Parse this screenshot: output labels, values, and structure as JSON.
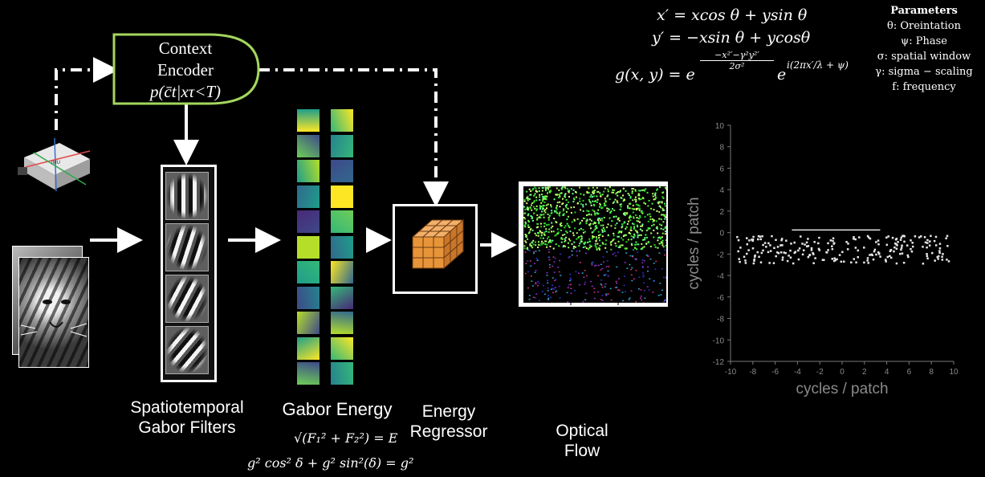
{
  "context_encoder": {
    "line1": "Context",
    "line2": "Encoder",
    "line3": "p(c̄t|xτ<T)"
  },
  "imu": {
    "label": "IMU"
  },
  "labels": {
    "spatiotemporal_line1": "Spatiotemporal",
    "spatiotemporal_line2": "Gabor Filters",
    "gabor_energy": "Gabor Energy",
    "energy_regressor_line1": "Energy",
    "energy_regressor_line2": "Regressor",
    "optical_flow_line1": "Optical",
    "optical_flow_line2": "Flow"
  },
  "formulas": {
    "energy": "√(F₁² + F₂²) = E",
    "identity": "g² cos² δ + g² sin²(δ) = g²",
    "x_prime": "x′ = xcos θ + ysin θ",
    "y_prime": "y′ = −xsin θ + ycosθ",
    "gabor_lhs": "g(x, y) = e",
    "gabor_exp1_num": "−x²′−γ²y²′",
    "gabor_exp1_den": "2σ²",
    "gabor_e2": "e",
    "gabor_exp2": "i(2πx′/λ + ψ)"
  },
  "parameters": {
    "title": "Parameters",
    "items": [
      "θ: Oreintation",
      "ψ: Phase",
      "σ: spatial window",
      "γ: sigma − scaling",
      "f: frequency"
    ]
  },
  "plot": {
    "xlabel": "cycles / patch",
    "ylabel": "cycles / patch",
    "xticks": [
      "-10",
      "-8",
      "-6",
      "-4",
      "-2",
      "0",
      "2",
      "4",
      "6",
      "8",
      "10"
    ],
    "yticks": [
      "10",
      "8",
      "6",
      "4",
      "2",
      "0",
      "-2",
      "-4",
      "-6",
      "-8",
      "-10",
      "-12"
    ]
  },
  "colors": {
    "encoder_border": "#a4d65e",
    "cube": "#e8953a",
    "background": "#000000"
  }
}
